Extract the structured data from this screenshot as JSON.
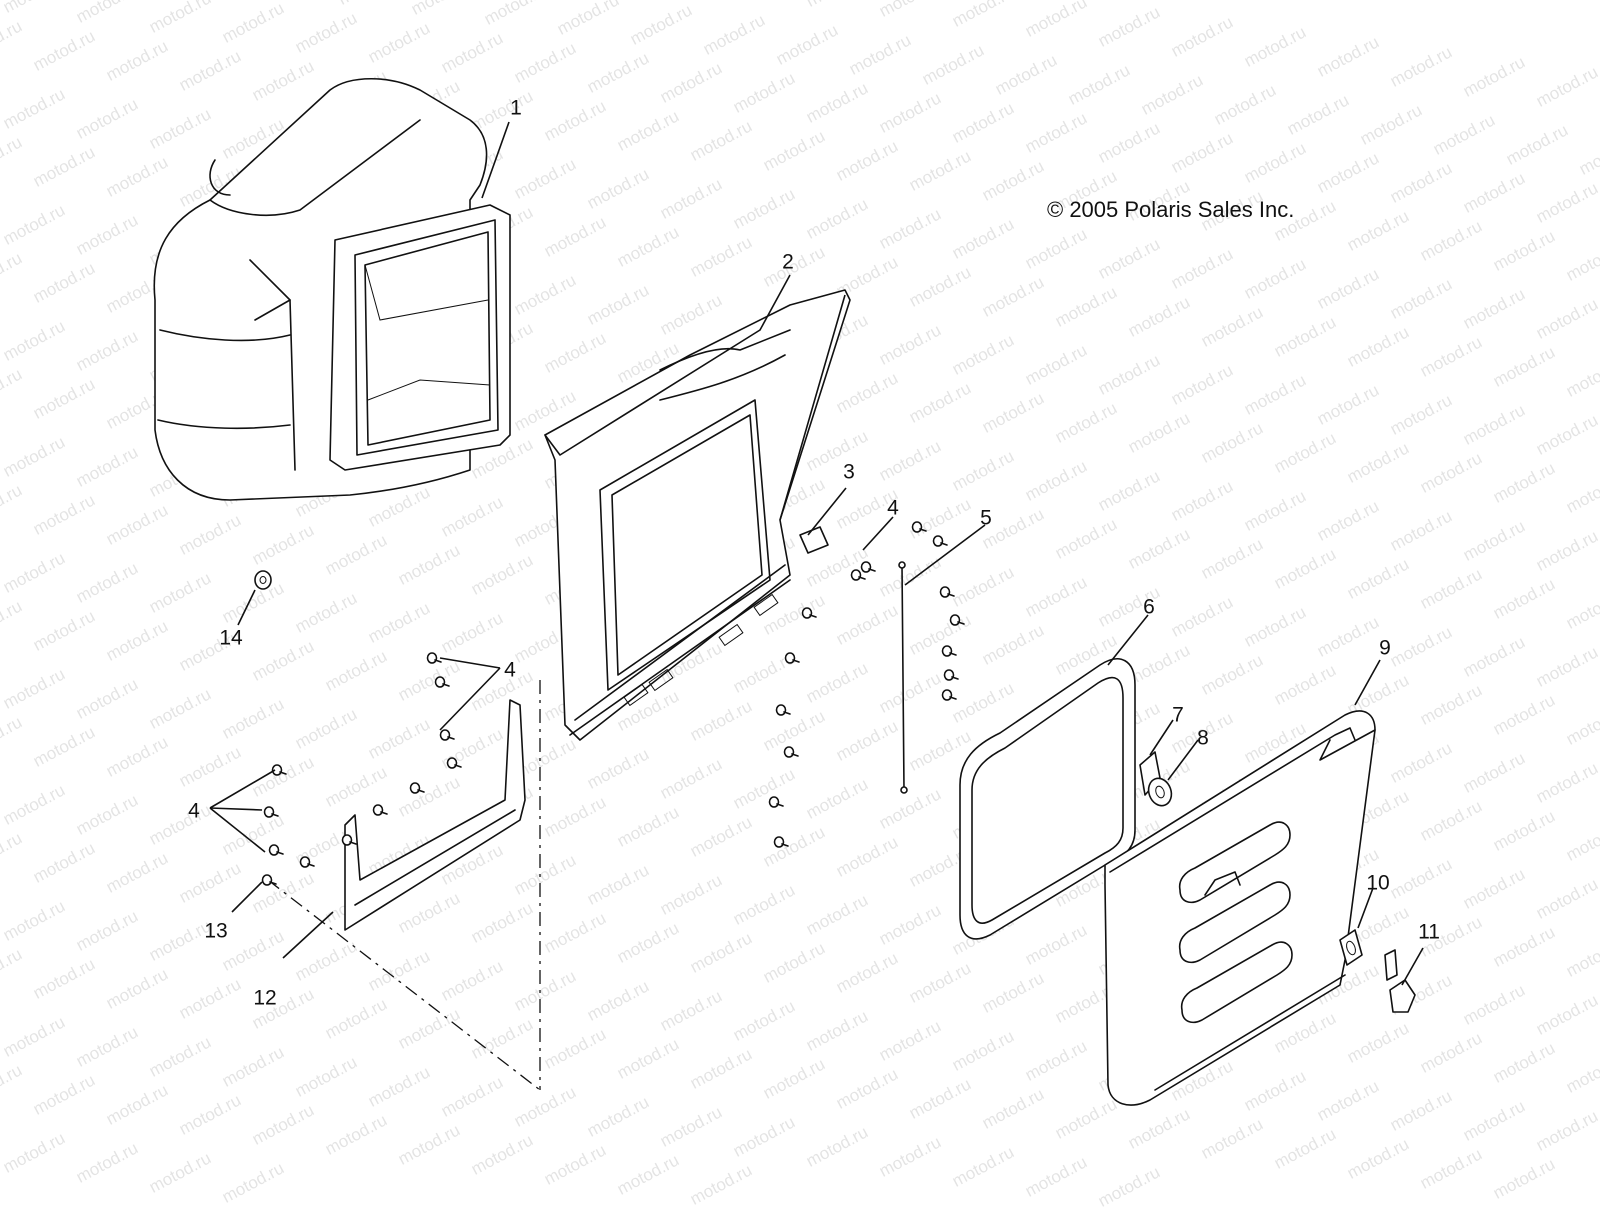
{
  "copyright": "© 2005 Polaris Sales Inc.",
  "watermark": "motod.ru",
  "callouts": [
    "1",
    "2",
    "3",
    "4",
    "5",
    "6",
    "7",
    "8",
    "9",
    "10",
    "11",
    "12",
    "13",
    "14",
    "4",
    "4"
  ]
}
